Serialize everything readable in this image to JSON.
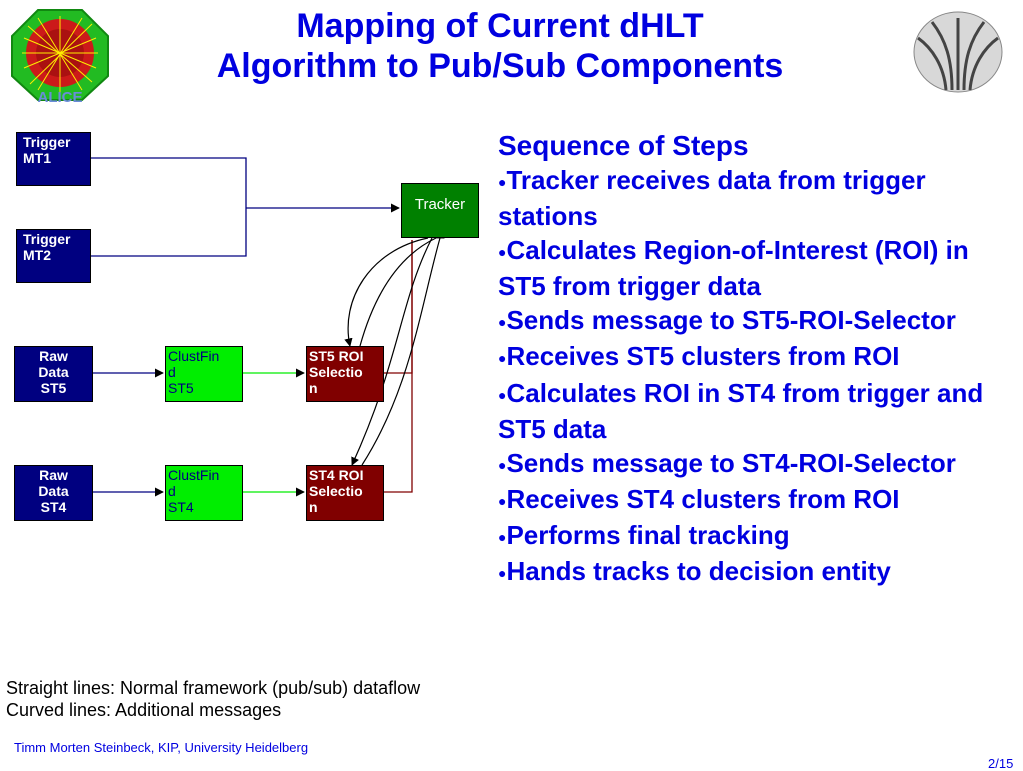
{
  "title": {
    "line1": "Mapping of Current dHLT",
    "line2": "Algorithm to Pub/Sub Components"
  },
  "logos": {
    "left_text": "ALICE",
    "left_icon": "alice-logo-icon",
    "right_icon": "kip-logo-icon"
  },
  "diagram": {
    "trigger_mt1": [
      "Trigger",
      "MT1"
    ],
    "trigger_mt2": [
      "Trigger",
      "MT2"
    ],
    "tracker": "Tracker",
    "raw_st5": [
      "Raw",
      "Data",
      "ST5"
    ],
    "raw_st4": [
      "Raw",
      "Data",
      "ST4"
    ],
    "clust_st5": [
      "ClustFin",
      "d",
      "ST5"
    ],
    "clust_st4": [
      "ClustFin",
      "d",
      "ST4"
    ],
    "sel_st5": [
      "ST5 ROI",
      "Selectio",
      "n"
    ],
    "sel_st4": [
      "ST4 ROI",
      "Selectio",
      "n"
    ]
  },
  "steps": {
    "heading": "Sequence of Steps",
    "items": [
      "Tracker receives data from trigger stations",
      "Calculates Region-of-Interest (ROI) in ST5 from trigger data",
      "Sends message to ST5-ROI-Selector",
      "Receives ST5 clusters from ROI",
      "Calculates ROI in ST4 from trigger and ST5 data",
      "Sends message to ST4-ROI-Selector",
      "Receives ST4 clusters from ROI",
      "Performs final tracking",
      "Hands tracks to decision entity"
    ]
  },
  "caption": {
    "line1": "Straight lines: Normal framework (pub/sub) dataflow",
    "line2": "Curved lines: Additional messages"
  },
  "footer": "Timm Morten Steinbeck, KIP, University Heidelberg",
  "page_number": "2/15",
  "colors": {
    "title": "#0000e0",
    "trigger_box": "#000080",
    "cluster_box": "#00ee00",
    "selector_box": "#800000",
    "tracker_box": "#008000",
    "framework_line": "#000080",
    "cluster_line": "#00ee00",
    "selector_line": "#800000"
  }
}
